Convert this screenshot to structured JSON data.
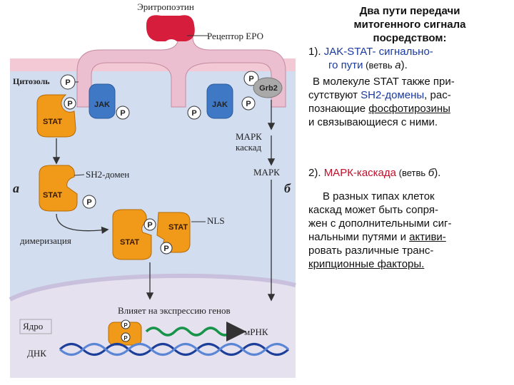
{
  "diagram": {
    "epo_label": "Эритропоэтин",
    "receptor_label": "Рецептор ЕРО",
    "cytosol_label": "Цитозоль",
    "nucleus_label": "Ядро",
    "grb2": "Grb2",
    "jak": "JAK",
    "stat": "STAT",
    "p": "P",
    "mapk_cascade_1": "МАРК",
    "mapk_cascade_2": "каскад",
    "mapk": "МАРК",
    "sh2_domain": "SH2-домен",
    "branch_a": "а",
    "branch_b": "б",
    "dimerization": "димеризация",
    "nls": "NLS",
    "gene_expression": "Влияет на экспрессию генов",
    "mrna": "мРНК",
    "dna": "ДНК"
  },
  "text": {
    "title_1": "Два пути передачи",
    "title_2": "митогенного сигнала",
    "title_3": "посредством:",
    "p1_num": "1). ",
    "p1_term_1": "JAK-STAT- сигнально-",
    "p1_term_2": "го пути",
    "p1_branch_pre": " (ветвь ",
    "p1_branch_letter": "а",
    "p1_branch_post": ").",
    "p2_1": "В молекуле STAT также при-",
    "p2_2a": "сутствуют ",
    "p2_2b": "SH2-домены",
    "p2_2c": ", рас-",
    "p2_3a": "познающие ",
    "p2_3b": "фосфотирозины",
    "p2_4": "и связывающиеся с ними.",
    "p3_num": "2). ",
    "p3_term": "МАРК-каскада",
    "p3_branch_pre": " (ветвь ",
    "p3_branch_letter": "б",
    "p3_branch_post": ").",
    "p4_1": "В разных типах клеток",
    "p4_2": "каскад может быть сопря-",
    "p4_3": "жен с дополнительными сиг-",
    "p4_4a": "нальными путями и ",
    "p4_4b": "активи-",
    "p4_5": "ровать различные транс-",
    "p4_6": "крипционные факторы."
  },
  "colors": {
    "cytosol": "#d2ddf0",
    "membrane": "#f3c9d6",
    "receptor": "#ecbfd0",
    "epo": "#d61e3c",
    "jak": "#3f78c4",
    "stat": "#f19a1a",
    "grb2": "#a9a9a9",
    "nucleus": "#e5e1ef",
    "dna_1": "#1d3f9a",
    "dna_2": "#5b86d6",
    "mrna": "#17934a"
  }
}
